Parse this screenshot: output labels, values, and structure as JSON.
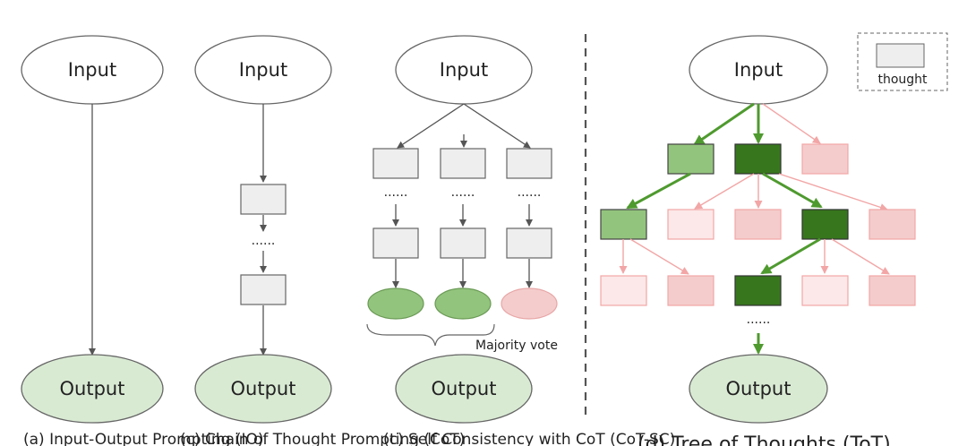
{
  "panels": {
    "io": {
      "input": "Input",
      "output": "Output",
      "caption": "(a) Input-Output Prompting (IO)"
    },
    "cot": {
      "input": "Input",
      "output": "Output",
      "dots": "......",
      "caption": "(c) Chain of Thought Prompting (CoT)"
    },
    "sc": {
      "input": "Input",
      "output": "Output",
      "dots": "......",
      "majority": "Majority vote",
      "caption": "(c) Self Consistency with CoT (CoT-SC)"
    },
    "tot": {
      "input": "Input",
      "output": "Output",
      "dots": "......",
      "legend_label": "thought",
      "caption": "(d) Tree of Thoughts (ToT)"
    }
  },
  "colors": {
    "ellipse_green": "#d9ead3",
    "dark_green": "#38761d",
    "mid_green": "#93c47d",
    "pink": "#f4cccc",
    "pink_light": "#fce8e8",
    "grey_box": "#eeeeee",
    "arrow_grey": "#555555",
    "arrow_green": "#4f9a2f",
    "arrow_pink": "#f2a6a6"
  }
}
